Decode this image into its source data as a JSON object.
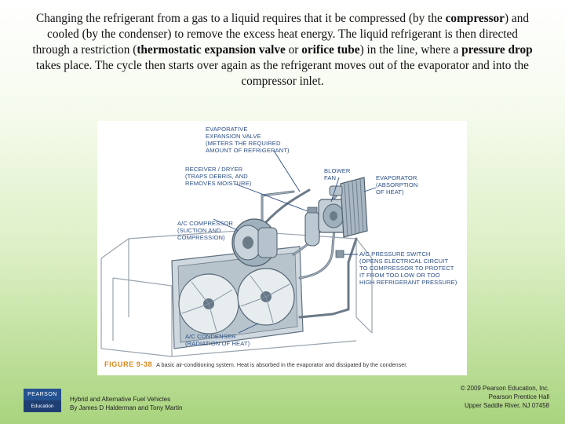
{
  "intro": {
    "s1_a": "Changing the refrigerant from a gas to a liquid requires that it be compressed (by the ",
    "s1_b": "compressor",
    "s1_c": ") and cooled (by the condenser) to remove the excess heat energy. The liquid refrigerant is then directed through a restriction (",
    "s1_d": "thermostatic expansion valve",
    "s1_e": " or ",
    "s1_f": "orifice tube",
    "s1_g": ") in the line, where a ",
    "s1_h": "pressure drop",
    "s1_i": " takes place. The cycle then starts over again as the refrigerant moves out of the evaporator and into the compressor inlet."
  },
  "figure": {
    "labels": {
      "expansion_valve": "EVAPORATIVE\nEXPANSION VALVE\n(METERS THE REQUIRED\nAMOUNT OF REFRIGERANT)",
      "receiver_dryer": "RECEIVER / DRYER\n(TRAPS DEBRIS, AND\nREMOVES MOISTURE)",
      "blower_fan": "BLOWER\nFAN",
      "evaporator": "EVAPORATOR\n(ABSORPTION\nOF HEAT)",
      "compressor": "A/C COMPRESSOR\n(SUCTION AND\nCOMPRESSION)",
      "pressure_switch": "A/C PRESSURE SWITCH\n(OPENS ELECTRICAL CIRCUIT\nTO COMPRESSOR TO PROTECT\nIT FROM TOO LOW OR TOO\nHIGH REFRIGERANT PRESSURE)",
      "condenser": "A/C CONDENSER\n(RADIATION OF HEAT)"
    },
    "caption_number": "FIGURE 9-38",
    "caption_text": "A basic air-conditioning system. Heat is absorbed in the evaporator and dissipated by the condenser."
  },
  "logo": {
    "top": "PEARSON",
    "bottom": "Education"
  },
  "footer_left": {
    "line1": "Hybrid and Alternative Fuel Vehicles",
    "line2": "By James D Halderman and Tony Martin"
  },
  "footer_right": {
    "line1": "© 2009 Pearson Education, Inc.",
    "line2": "Pearson Prentice Hall",
    "line3": "Upper Saddle River, NJ 07458"
  }
}
